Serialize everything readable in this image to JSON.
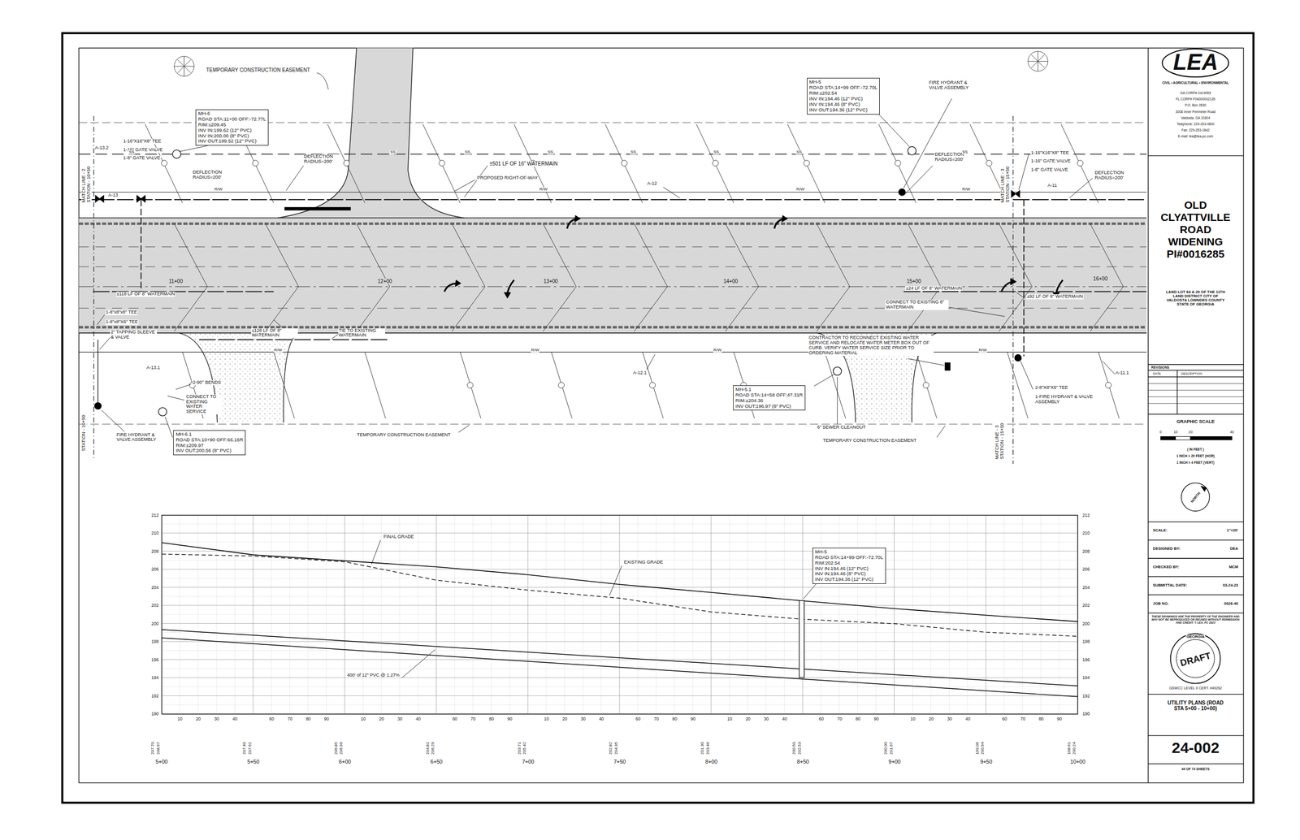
{
  "diagram": {
    "title": "OLD CLYATTVILLE ROAD WIDENING PI#0016285",
    "nodes": [
      {
        "text": [
          "MH-6",
          "ROAD STA:11+00 OFF:-72.77L",
          "RIM:±209.45",
          "INV IN:199.62 (12\" PVC)",
          "INV IN:200.00 (8\" PVC)",
          "INV OUT:199.52 (12\" PVC)"
        ]
      },
      {
        "text": [
          "MH-5",
          "ROAD STA:14+99 OFF:-72.70L",
          "RIM:±202.54",
          "INV IN:194.46 (12\" PVC)",
          "INV IN:194.46 (8\" PVC)",
          "INV OUT:194.36 (12\" PVC)"
        ]
      },
      {
        "text": [
          "MH-5.1",
          "ROAD STA:14+58 OFF:47.31R",
          "RIM:±204.36",
          "INV OUT:196.97 (8\" PVC)"
        ]
      },
      {
        "text": [
          "MH-6.1",
          "ROAD STA:10+90 OFF:66.16R",
          "RIM:±209.97",
          "INV OUT:200.56 (8\" PVC)"
        ]
      },
      {
        "text": [
          "MH-5",
          "ROAD STA:14+99 OFF:-72.70L",
          "RIM:202.54",
          "INV IN:194.46 (12\" PVC)",
          "INV IN:194.46 (8\" PVC)",
          "INV OUT:194.36 (12\" PVC)"
        ]
      }
    ],
    "labels": [
      "TEMPORARY CONSTRUCTION EASEMENT",
      "MATCH LINE - 2 STATION - 10+50",
      "A-13.2",
      "1-16\"X16\"X8\" TEE",
      "1-16\" GATE VALVE",
      "1-8\" GATE VALVE",
      "A-13",
      "DEFLECTION RADIUS=200'",
      "DEFLECTION RADIUS=200'",
      "±501 LF OF 16\" WATERMAIN",
      "PROPOSED RIGHT-OF-WAY",
      "A-12",
      "FIRE HYDRANT & VALVE ASSEMBLY",
      "DEFLECTION RADIUS=200'",
      "MATCH LINE - 3 STATION - 15+50",
      "1-16\"X16\"X8\" TEE",
      "1-16\" GATE VALVE",
      "1-8\" GATE VALVE",
      "DEFLECTION RADIUS=200'",
      "A-11",
      "11+00",
      "12+00",
      "13+00",
      "14+00",
      "15+00",
      "16+00",
      "±118 LF OF 8\" WATERMAIN",
      "1-8\"x8\"x8\" TEE",
      "1-8\"x8\"X6\" TEE",
      "2\" TAPPING SLEEVE & VALVE",
      "±128 LF OF 8\" WATERMAIN",
      "TIE TO EXISTING WATERMAIN",
      "A-13.1",
      "2-90° BENDS",
      "CONNECT TO EXISTING WATER SERVICE",
      "FIRE HYDRANT & VALVE ASSEMBLY",
      "STATION - 10+50",
      "TEMPORARY CONSTRUCTION EASEMENT",
      "A-12.1",
      "CONTRACTOR TO RECONNECT EXISTING WATER SERVICE AND RELOCATE WATER METER BOX OUT OF CURB. VERIFY WATER SERVICE SIZE PRIOR TO ORDERING MATERIAL",
      "CONNECT TO EXISTING 8\" WATERMAIN",
      "±24 LF OF 8\" WATERMAIN",
      "±92 LF OF 8\" WATERMAIN",
      "6\" SEWER CLEANOUT",
      "TEMPORARY CONSTRUCTION EASEMENT",
      "MATCH LINE - 3 STATION - 15+50",
      "2-8\"X8\"X6\" TEE",
      "1-FIRE HYDRANT & VALVE ASSEMBLY",
      "A-11.1",
      "SS",
      "SS",
      "SS",
      "SS",
      "SS",
      "SS",
      "SS",
      "SS",
      "R/W",
      "R/W",
      "R/W",
      "R/W",
      "R/W",
      "R/W",
      "R/W",
      "R/W",
      "FINAL GRADE",
      "EXISTING GRADE",
      "400' of 12\" PVC @ 1.27%",
      "212",
      "210",
      "208",
      "206",
      "204",
      "202",
      "200",
      "198",
      "196",
      "194",
      "192",
      "190",
      "212",
      "210",
      "208",
      "206",
      "204",
      "202",
      "200",
      "198",
      "196",
      "194",
      "192",
      "190",
      "10",
      "20",
      "30",
      "40",
      "60",
      "70",
      "80",
      "90",
      "10",
      "20",
      "30",
      "40",
      "60",
      "70",
      "80",
      "90",
      "10",
      "20",
      "30",
      "40",
      "60",
      "70",
      "80",
      "90",
      "10",
      "20",
      "30",
      "40",
      "60",
      "70",
      "80",
      "90",
      "10",
      "20",
      "30",
      "40",
      "60",
      "70",
      "80",
      "90",
      "5+00",
      "5+50",
      "6+00",
      "6+50",
      "7+00",
      "7+50",
      "8+00",
      "8+50",
      "9+00",
      "9+50",
      "10+00",
      "207.70",
      "208.97",
      "207.49",
      "207.62",
      "206.85",
      "206.96",
      "204.81",
      "206.29",
      "203.71",
      "205.42",
      "202.82",
      "204.35",
      "201.30",
      "203.46",
      "200.50",
      "202.53",
      "200.00",
      "201.67",
      "199.06",
      "200.94",
      "198.61",
      "200.24",
      "LEA",
      "CIVIL • AGRICULTURAL • ENVIRONMENTAL",
      "GA CORP# 0419059",
      "FL CORP# F04000002135",
      "P.O. Box 2830",
      "3008 Inner Perimeter Road",
      "Valdosta, GA 31604",
      "Telephone: 229-253-0800",
      "Fax: 229-253-1842",
      "E-mail: lea@lea-pc.com",
      "LAND LOT 64 & 29 OF THE 11TH LAND DISTRICT CITY OF VALDOSTA LOWNDES COUNTY STATE OF GEORGIA",
      "REVISIONS",
      "DATE",
      "DESCRIPTION",
      "GRAPHIC SCALE",
      "0",
      "10",
      "20",
      "40",
      "( IN FEET )",
      "1 INCH = 20 FEET (HOR)",
      "1 INCH = 4 FEET (VERT)",
      "NORTH",
      "SCALE:",
      "1\"=20'",
      "DESIGNED BY:",
      "DEA",
      "CHECKED BY:",
      "MCM",
      "SUBMITTAL DATE:",
      "03-24-23",
      "JOB NO.",
      "0026-40",
      "THESE DRAWINGS ARE THE PROPERTY OF THE ENGINEER AND MAY NOT BE REPRODUCED OR REUSED WITHOUT PERMISSION AND CREDIT. © LEA, PC 2023",
      "GEORGIA",
      "DRAFT",
      "GSWCC LEVEL II CERT. #49262",
      "UTILITY PLANS (ROAD STA 5+00 - 10+00)",
      "24-002",
      "44 OF 74 SHEETS"
    ]
  }
}
